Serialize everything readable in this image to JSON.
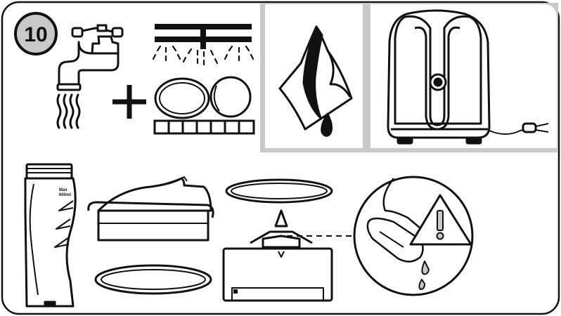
{
  "step": {
    "number": "10"
  },
  "bottle": {
    "max_label_line1": "Max",
    "max_label_line2": "600ml"
  },
  "colors": {
    "ink": "#111111",
    "panel_grey": "#c9c9c9",
    "paper": "#ffffff"
  },
  "icons": [
    "faucet-icon",
    "plus-icon",
    "dishwasher-icon",
    "cloth-icon",
    "appliance-base-icon",
    "bottle-icon",
    "lid-icon",
    "seal-ring-icon",
    "blade-unit-icon",
    "warning-icon"
  ]
}
